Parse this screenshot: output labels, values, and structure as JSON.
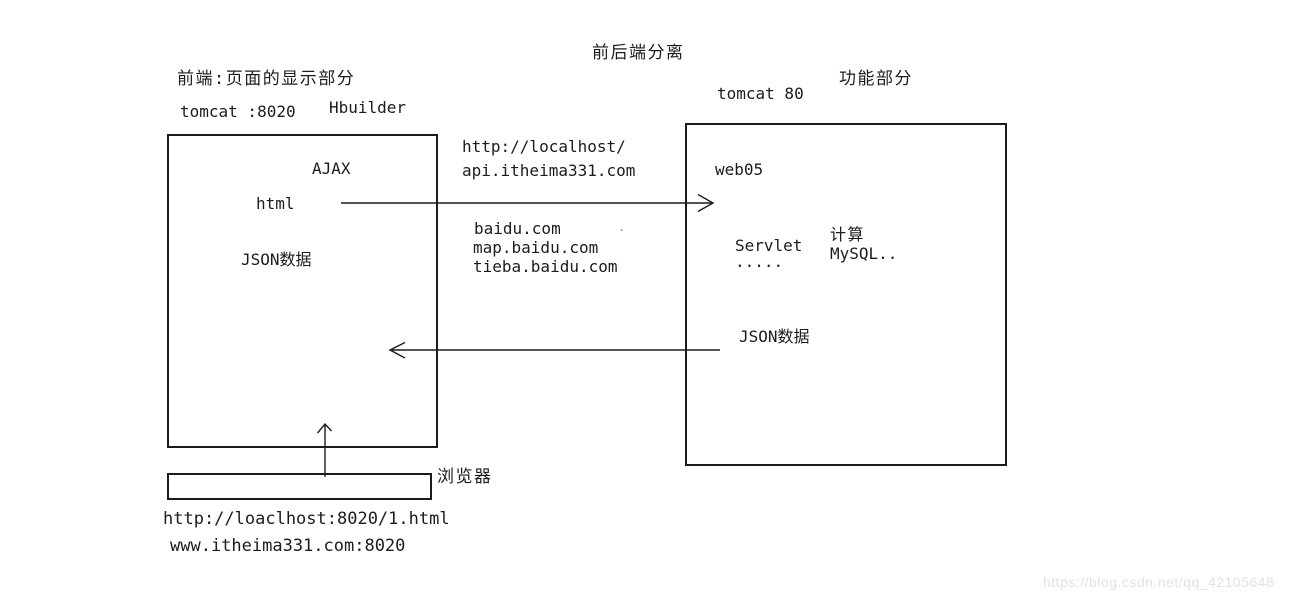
{
  "colors": {
    "ink": "#1c1c1c",
    "background": "#ffffff",
    "watermark": "#e2e2e2"
  },
  "diagram": {
    "title": "前后端分离",
    "frontend": {
      "section_label": "前端:页面的显示部分",
      "server_label": "tomcat :8020",
      "tool_label": "Hbuilder",
      "box": {
        "ajax": "AJAX",
        "html": "html",
        "json": "JSON数据"
      }
    },
    "request": {
      "url_line1": "http://localhost/",
      "url_line2": "api.itheima331.com",
      "domains": [
        "baidu.com",
        "map.baidu.com",
        "tieba.baidu.com"
      ],
      "stray_mark": "."
    },
    "backend": {
      "server_label": "tomcat 80",
      "section_label": "功能部分",
      "box": {
        "app": "web05",
        "servlet": "Servlet",
        "ellipsis": ".....",
        "compute": "计算",
        "database": "MySQL.."
      }
    },
    "response": {
      "label": "JSON数据"
    },
    "browser": {
      "label": "浏览器",
      "address_line1": "http://loaclhost:8020/1.html",
      "address_line2": "www.itheima331.com:8020"
    },
    "watermark": "https://blog.csdn.net/qq_42105648"
  }
}
